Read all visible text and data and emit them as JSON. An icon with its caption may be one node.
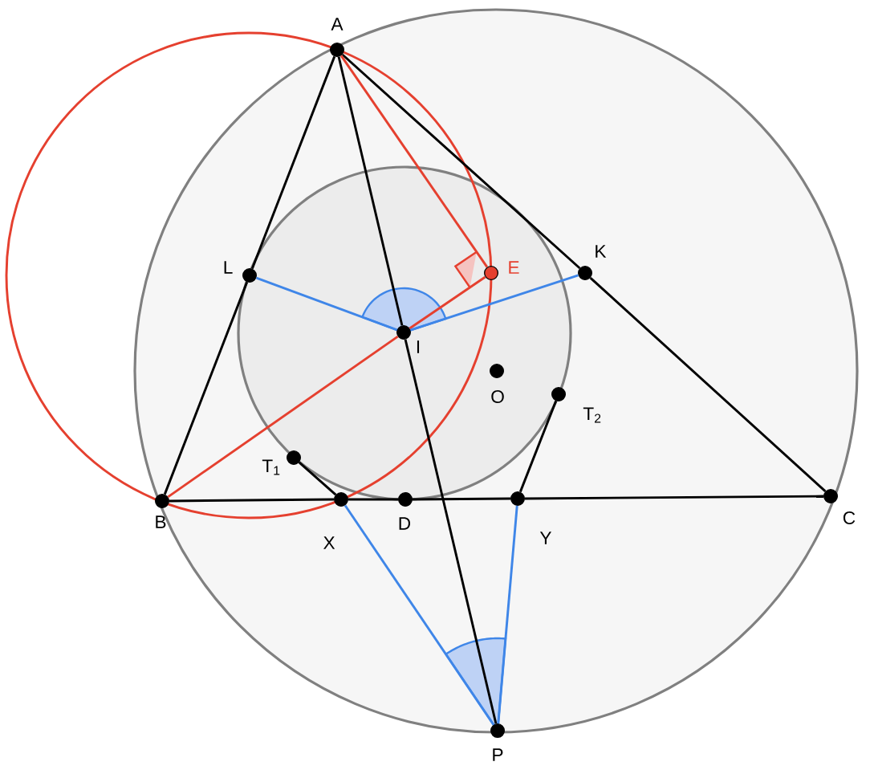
{
  "diagram": {
    "nodes": [
      {
        "text": [
          "A"
        ]
      },
      {
        "text": [
          "B"
        ]
      },
      {
        "text": [
          "C"
        ]
      },
      {
        "text": [
          "L"
        ]
      },
      {
        "text": [
          "K"
        ]
      },
      {
        "text": [
          "E"
        ]
      },
      {
        "text": [
          "I"
        ]
      },
      {
        "text": [
          "O"
        ]
      },
      {
        "text": [
          "T$_{1}$"
        ]
      },
      {
        "text": [
          "T$_{2}$"
        ]
      },
      {
        "text": [
          "X"
        ]
      },
      {
        "text": [
          "D"
        ]
      },
      {
        "text": [
          "Y"
        ]
      },
      {
        "text": [
          "P"
        ]
      }
    ],
    "edges": [
      {
        "from": 0,
        "to": 3,
        "arrow": "none"
      },
      {
        "from": 3,
        "to": 1,
        "arrow": "none"
      },
      {
        "from": 0,
        "to": 4,
        "arrow": "none"
      },
      {
        "from": 4,
        "to": 2,
        "arrow": "none"
      },
      {
        "from": 1,
        "to": 10,
        "arrow": "none"
      },
      {
        "from": 10,
        "to": 11,
        "arrow": "none"
      },
      {
        "from": 11,
        "to": 12,
        "arrow": "none"
      },
      {
        "from": 12,
        "to": 2,
        "arrow": "none"
      },
      {
        "from": 0,
        "to": 6,
        "arrow": "none"
      },
      {
        "from": 6,
        "to": 13,
        "arrow": "none"
      },
      {
        "from": 1,
        "to": 6,
        "arrow": "none",
        "color": "#e5402f"
      },
      {
        "from": 6,
        "to": 5,
        "arrow": "none",
        "color": "#e5402f"
      },
      {
        "from": 0,
        "to": 5,
        "arrow": "none",
        "color": "#e5402f"
      },
      {
        "from": 3,
        "to": 6,
        "arrow": "none",
        "color": "#3f86e8"
      },
      {
        "from": 6,
        "to": 4,
        "arrow": "none",
        "color": "#3f86e8"
      },
      {
        "from": 10,
        "to": 13,
        "arrow": "none",
        "color": "#3f86e8"
      },
      {
        "from": 12,
        "to": 13,
        "arrow": "none",
        "color": "#3f86e8"
      },
      {
        "from": 8,
        "to": 10,
        "arrow": "none"
      },
      {
        "from": 9,
        "to": 12,
        "arrow": "none"
      }
    ]
  }
}
